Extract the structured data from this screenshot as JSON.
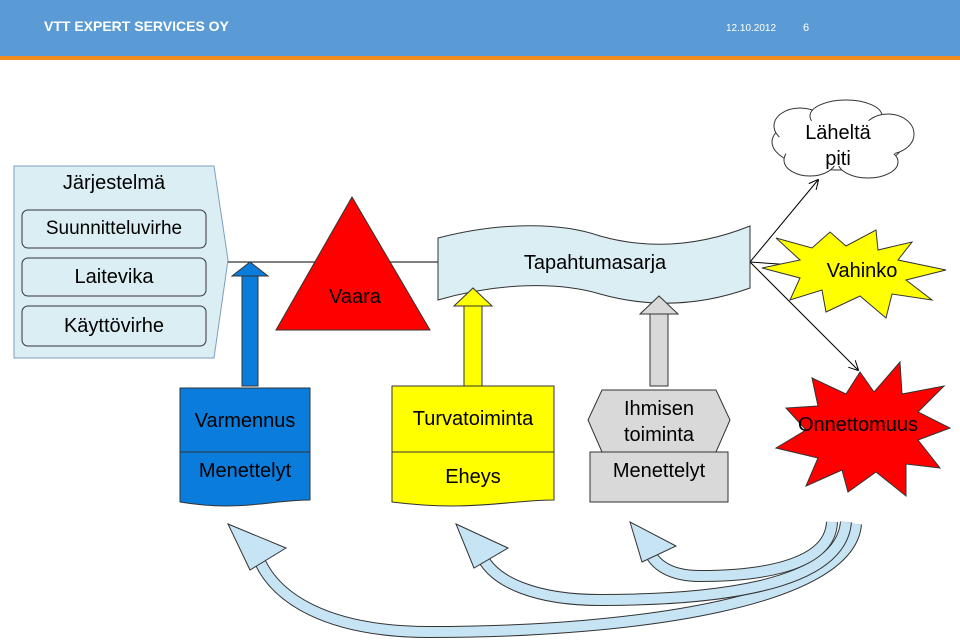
{
  "header": {
    "company": "VTT EXPERT SERVICES OY",
    "date": "12.10.2012",
    "page": "6"
  },
  "diagram": {
    "system": {
      "title": "Järjestelmä",
      "items": [
        "Suunnitteluvirhe",
        "Laitevika",
        "Käyttövirhe"
      ]
    },
    "hazard": "Vaara",
    "event_sequence": "Tapahtumasarja",
    "near_miss": [
      "Läheltä",
      "piti"
    ],
    "damage": "Vahinko",
    "accident": "Onnettomuus",
    "barriers": [
      {
        "top": "Varmennus",
        "bottom": "Menettelyt",
        "color": "#0a7cdc"
      },
      {
        "top": "Turvatoiminta",
        "bottom": "Eheys",
        "color": "#ffff00"
      },
      {
        "top": [
          "Ihmisen",
          "toiminta"
        ],
        "bottom": "Menettelyt",
        "color": "#d9d9d9"
      }
    ],
    "colors": {
      "box_fill": "#dbeef4",
      "hazard": "#ff0000",
      "flag": "#dbeef4",
      "star_yellow": "#ffff00",
      "star_red": "#ff0000"
    }
  }
}
